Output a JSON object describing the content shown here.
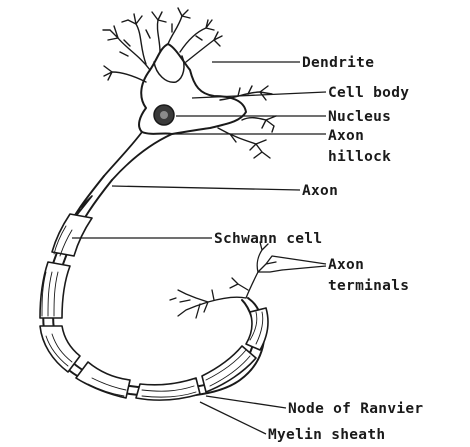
{
  "diagram": {
    "labels": {
      "dendrite": "Dendrite",
      "cell_body": "Cell body",
      "nucleus": "Nucleus",
      "axon_hillock_line1": "Axon",
      "axon_hillock_line2": "hillock",
      "axon": "Axon",
      "schwann_cell": "Schwann cell",
      "axon_terminals_line1": "Axon",
      "axon_terminals_line2": "terminals",
      "node_of_ranvier": "Node of Ranvier",
      "myelin_sheath": "Myelin sheath"
    },
    "colors": {
      "ink": "#1a1a1a",
      "background": "#ffffff",
      "nucleus": "#3a3a3a"
    }
  }
}
